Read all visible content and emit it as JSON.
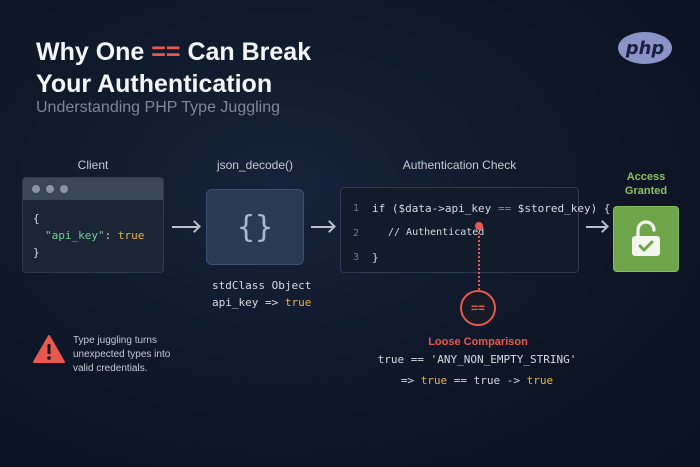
{
  "header": {
    "title_part1": "Why One ",
    "title_op": "==",
    "title_part2": " Can Break",
    "title_line2": "Your Authentication",
    "subtitle": "Understanding PHP Type Juggling",
    "logo_text": "php"
  },
  "client": {
    "label": "Client",
    "code_open": "{",
    "code_key": "\"api_key\"",
    "code_colon": ": ",
    "code_value": "true",
    "code_close": "}"
  },
  "decode": {
    "label": "json_decode()",
    "icon_glyph": "{}",
    "output_line1": "stdClass Object",
    "output_key": "api_key => ",
    "output_value": "true"
  },
  "auth": {
    "label": "Authentication Check",
    "lines": [
      {
        "num": "1",
        "pre": "if ($data->api_key ",
        "op": "==",
        "post": " $stored_key) {"
      },
      {
        "num": "2",
        "comment": "// Authenticated"
      },
      {
        "num": "3",
        "text": "}"
      }
    ]
  },
  "access": {
    "label_line1": "Access",
    "label_line2": "Granted",
    "icon": "unlocked-padlock-check-icon"
  },
  "loose": {
    "op": "==",
    "title": "Loose Comparison",
    "line1": "true == 'ANY_NON_EMPTY_STRING'",
    "line2_prefix": "=> ",
    "line2_a": "true",
    "line2_mid": " == true -> ",
    "line2_b": "true"
  },
  "warning": {
    "icon": "warning-triangle-icon",
    "text": "Type juggling turns unexpected types into valid credentials."
  },
  "colors": {
    "accent_red": "#e8584f",
    "accent_green": "#6ea54b",
    "keyword_orange": "#e7b24a",
    "string_green": "#6fcf97",
    "background": "#0e1626"
  }
}
